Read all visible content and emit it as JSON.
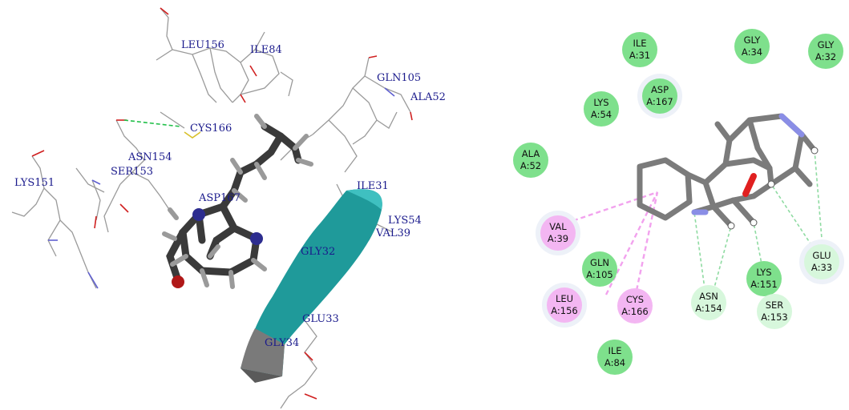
{
  "left_panel": {
    "residues": [
      {
        "id": "leu156",
        "text": "LEU156"
      },
      {
        "id": "ile84",
        "text": "ILE84"
      },
      {
        "id": "gln105",
        "text": "GLN105"
      },
      {
        "id": "ala52",
        "text": "ALA52"
      },
      {
        "id": "cys166",
        "text": "CYS166"
      },
      {
        "id": "asn154",
        "text": "ASN154"
      },
      {
        "id": "ser153",
        "text": "SER153"
      },
      {
        "id": "lys151",
        "text": "LYS151"
      },
      {
        "id": "asp167",
        "text": "ASP167"
      },
      {
        "id": "ile31",
        "text": "ILE31"
      },
      {
        "id": "lys54",
        "text": "LYS54"
      },
      {
        "id": "val39",
        "text": "VAL39"
      },
      {
        "id": "gly32",
        "text": "GLY32"
      },
      {
        "id": "glu33",
        "text": "GLU33"
      },
      {
        "id": "gly34",
        "text": "GLY34"
      }
    ]
  },
  "right_panel": {
    "colors": {
      "vdw": "#7ee08c",
      "hbond": "#d7f7dc",
      "pi_alkyl": "#f3b6f2",
      "ligand": "#7b7b7b",
      "nitrogen": "#8a8ee6",
      "oxygen": "#e02020"
    },
    "residues": [
      {
        "id": "ile31",
        "name": "ILE",
        "chain": "A:31",
        "type": "vdw"
      },
      {
        "id": "gly34",
        "name": "GLY",
        "chain": "A:34",
        "type": "vdw"
      },
      {
        "id": "gly32",
        "name": "GLY",
        "chain": "A:32",
        "type": "vdw"
      },
      {
        "id": "asp167",
        "name": "ASP",
        "chain": "A:167",
        "type": "vdw"
      },
      {
        "id": "lys54",
        "name": "LYS",
        "chain": "A:54",
        "type": "vdw"
      },
      {
        "id": "ala52",
        "name": "ALA",
        "chain": "A:52",
        "type": "vdw"
      },
      {
        "id": "val39",
        "name": "VAL",
        "chain": "A:39",
        "type": "pi_alkyl"
      },
      {
        "id": "gln105",
        "name": "GLN",
        "chain": "A:105",
        "type": "vdw"
      },
      {
        "id": "leu156",
        "name": "LEU",
        "chain": "A:156",
        "type": "pi_alkyl"
      },
      {
        "id": "cys166",
        "name": "CYS",
        "chain": "A:166",
        "type": "pi_alkyl"
      },
      {
        "id": "asn154",
        "name": "ASN",
        "chain": "A:154",
        "type": "hbond"
      },
      {
        "id": "lys151",
        "name": "LYS",
        "chain": "A:151",
        "type": "vdw"
      },
      {
        "id": "ser153",
        "name": "SER",
        "chain": "A:153",
        "type": "hbond"
      },
      {
        "id": "glu33",
        "name": "GLU",
        "chain": "A:33",
        "type": "hbond"
      },
      {
        "id": "ile84",
        "name": "ILE",
        "chain": "A:84",
        "type": "vdw"
      }
    ]
  }
}
